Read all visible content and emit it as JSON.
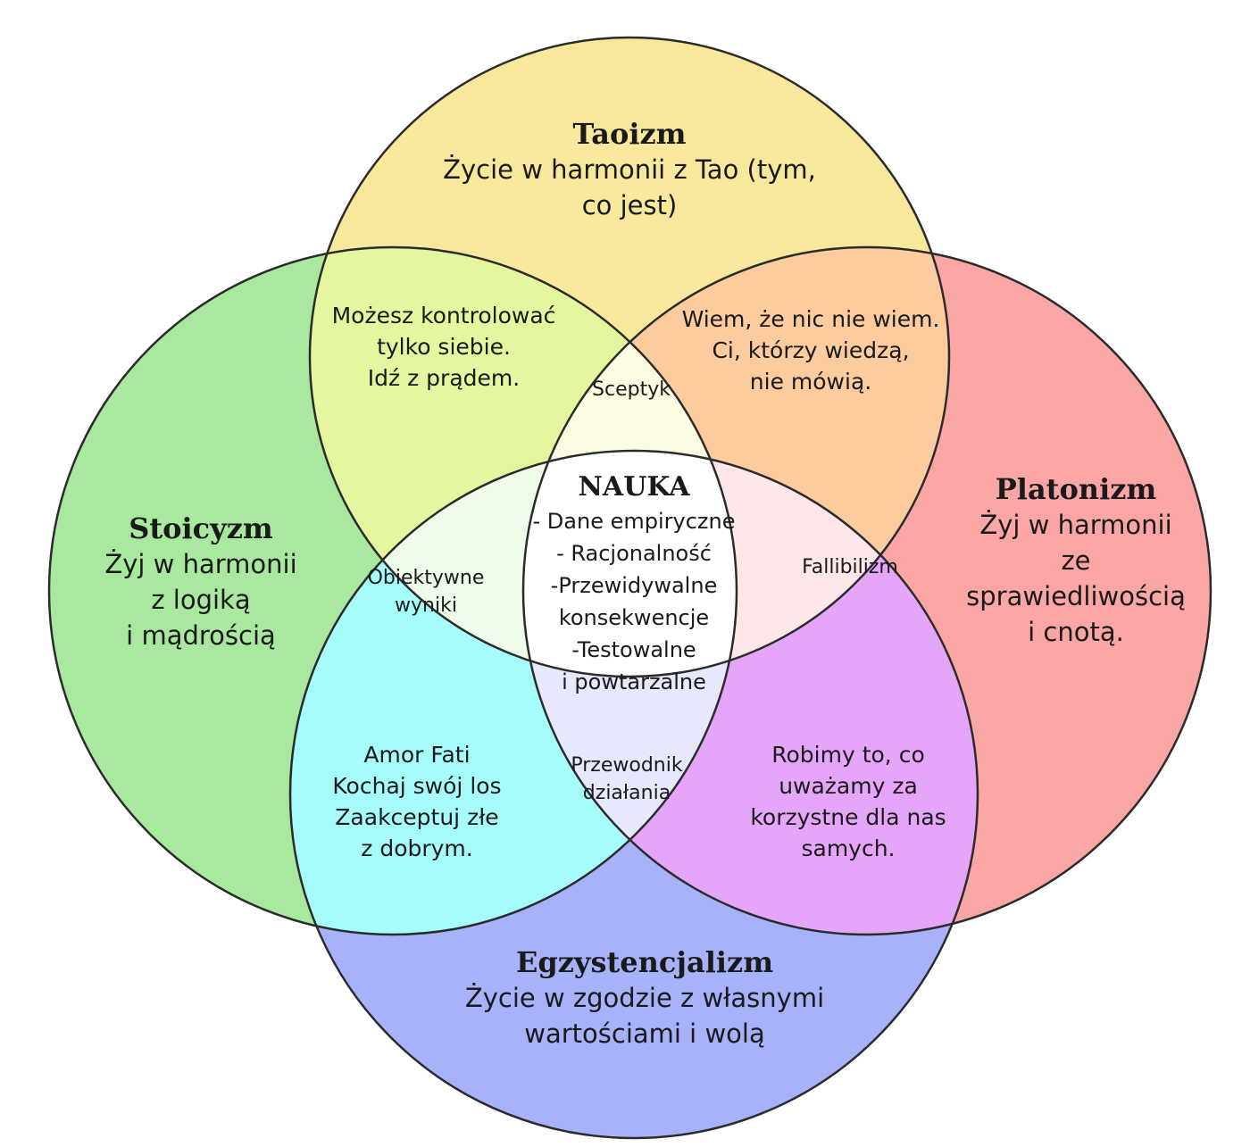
{
  "colors": {
    "taoizm": "#f8e89c",
    "stoicyzm": "#a9e89f",
    "platonizm": "#f9a6a4",
    "egzystencjalizm": "#a8b2fb",
    "taoizm_stoicyzm": "#e4f79e",
    "taoizm_platonizm": "#fccc9e",
    "stoicyzm_egzystencjalizm": "#a6fbfb",
    "platonizm_egzystencjalizm": "#e5a6f9",
    "sceptyk": "#fefbe3",
    "obiektywne_wyniki": "#eefbe8",
    "fallibilizm": "#fde7e8",
    "przewodnik_dzialania": "#e6e8fc",
    "nauka": "#ffffff",
    "outline": "#2b2b2b"
  },
  "schools": {
    "taoizm": {
      "title": "Taoizm",
      "lines": [
        "Życie w harmonii z Tao (tym,",
        "co jest)"
      ]
    },
    "stoicyzm": {
      "title": "Stoicyzm",
      "lines": [
        "Żyj w harmonii",
        "z logiką",
        "i mądrością"
      ]
    },
    "platonizm": {
      "title": "Platonizm",
      "lines": [
        "Żyj w harmonii",
        "ze",
        "sprawiedliwością",
        "i cnotą."
      ]
    },
    "egzystencjalizm": {
      "title": "Egzystencjalizm",
      "lines": [
        "Życie w zgodzie z własnymi",
        "wartościami i wolą"
      ]
    }
  },
  "overlaps": {
    "taoizm_stoicyzm": [
      "Możesz kontrolować",
      "tylko siebie.",
      "Idź z prądem."
    ],
    "taoizm_platonizm": [
      "Wiem, że nic nie wiem.",
      "Ci, którzy wiedzą,",
      "nie mówią."
    ],
    "stoicyzm_egzystencjalizm": [
      "Amor Fati",
      "Kochaj swój los",
      "Zaakceptuj złe",
      "z dobrym."
    ],
    "platonizm_egzystencjalizm": [
      "Robimy to, co",
      "uważamy za",
      "korzystne dla nas",
      "samych."
    ],
    "sceptyk": [
      "Sceptyk"
    ],
    "obiektywne_wyniki": [
      "Obiektywne",
      "wyniki"
    ],
    "fallibilizm": [
      "Fallibilizm"
    ],
    "przewodnik_dzialania": [
      "Przewodnik",
      "działania"
    ]
  },
  "center": {
    "title": "NAUKA",
    "lines": [
      "- Dane empiryczne",
      "- Racjonalność",
      "-Przewidywalne",
      "konsekwencje",
      "-Testowalne",
      "i powtarzalne"
    ]
  }
}
